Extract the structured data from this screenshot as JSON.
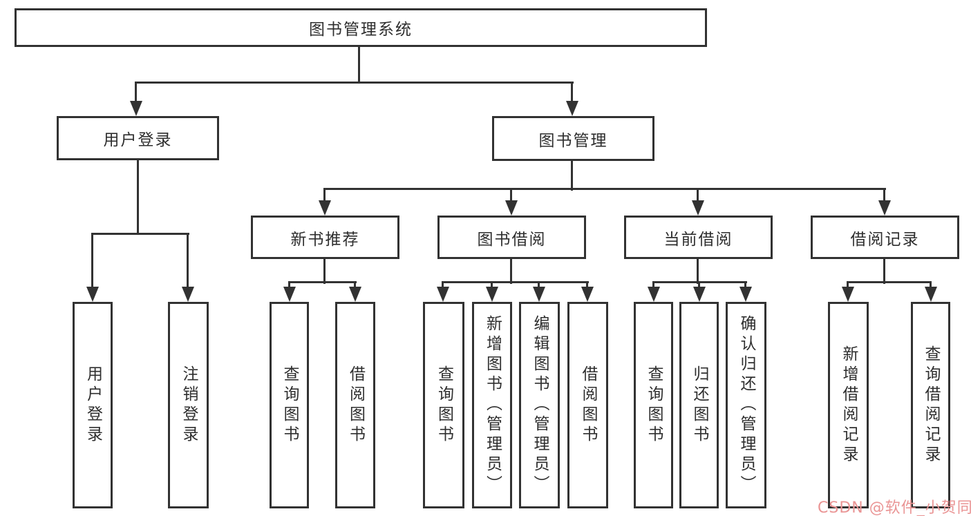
{
  "diagram": {
    "watermark": "CSDN @软件_小贺同学",
    "colors": {
      "line": "#323232",
      "background": "#ffffff",
      "watermark": "#ea9595"
    },
    "tree": {
      "root": "图书管理系统",
      "branches": [
        {
          "label": "用户登录",
          "children": [
            "用户登录",
            "注销登录"
          ]
        },
        {
          "label": "图书管理",
          "children": [
            {
              "label": "新书推荐",
              "children": [
                "查询图书",
                "借阅图书"
              ]
            },
            {
              "label": "图书借阅",
              "children": [
                "查询图书",
                "新增图书（管理员）",
                "编辑图书（管理员）",
                "借阅图书"
              ]
            },
            {
              "label": "当前借阅",
              "children": [
                "查询图书",
                "归还图书",
                "确认归还（管理员）"
              ]
            },
            {
              "label": "借阅记录",
              "children": [
                "新增借阅记录",
                "查询借阅记录"
              ]
            }
          ]
        }
      ]
    }
  }
}
